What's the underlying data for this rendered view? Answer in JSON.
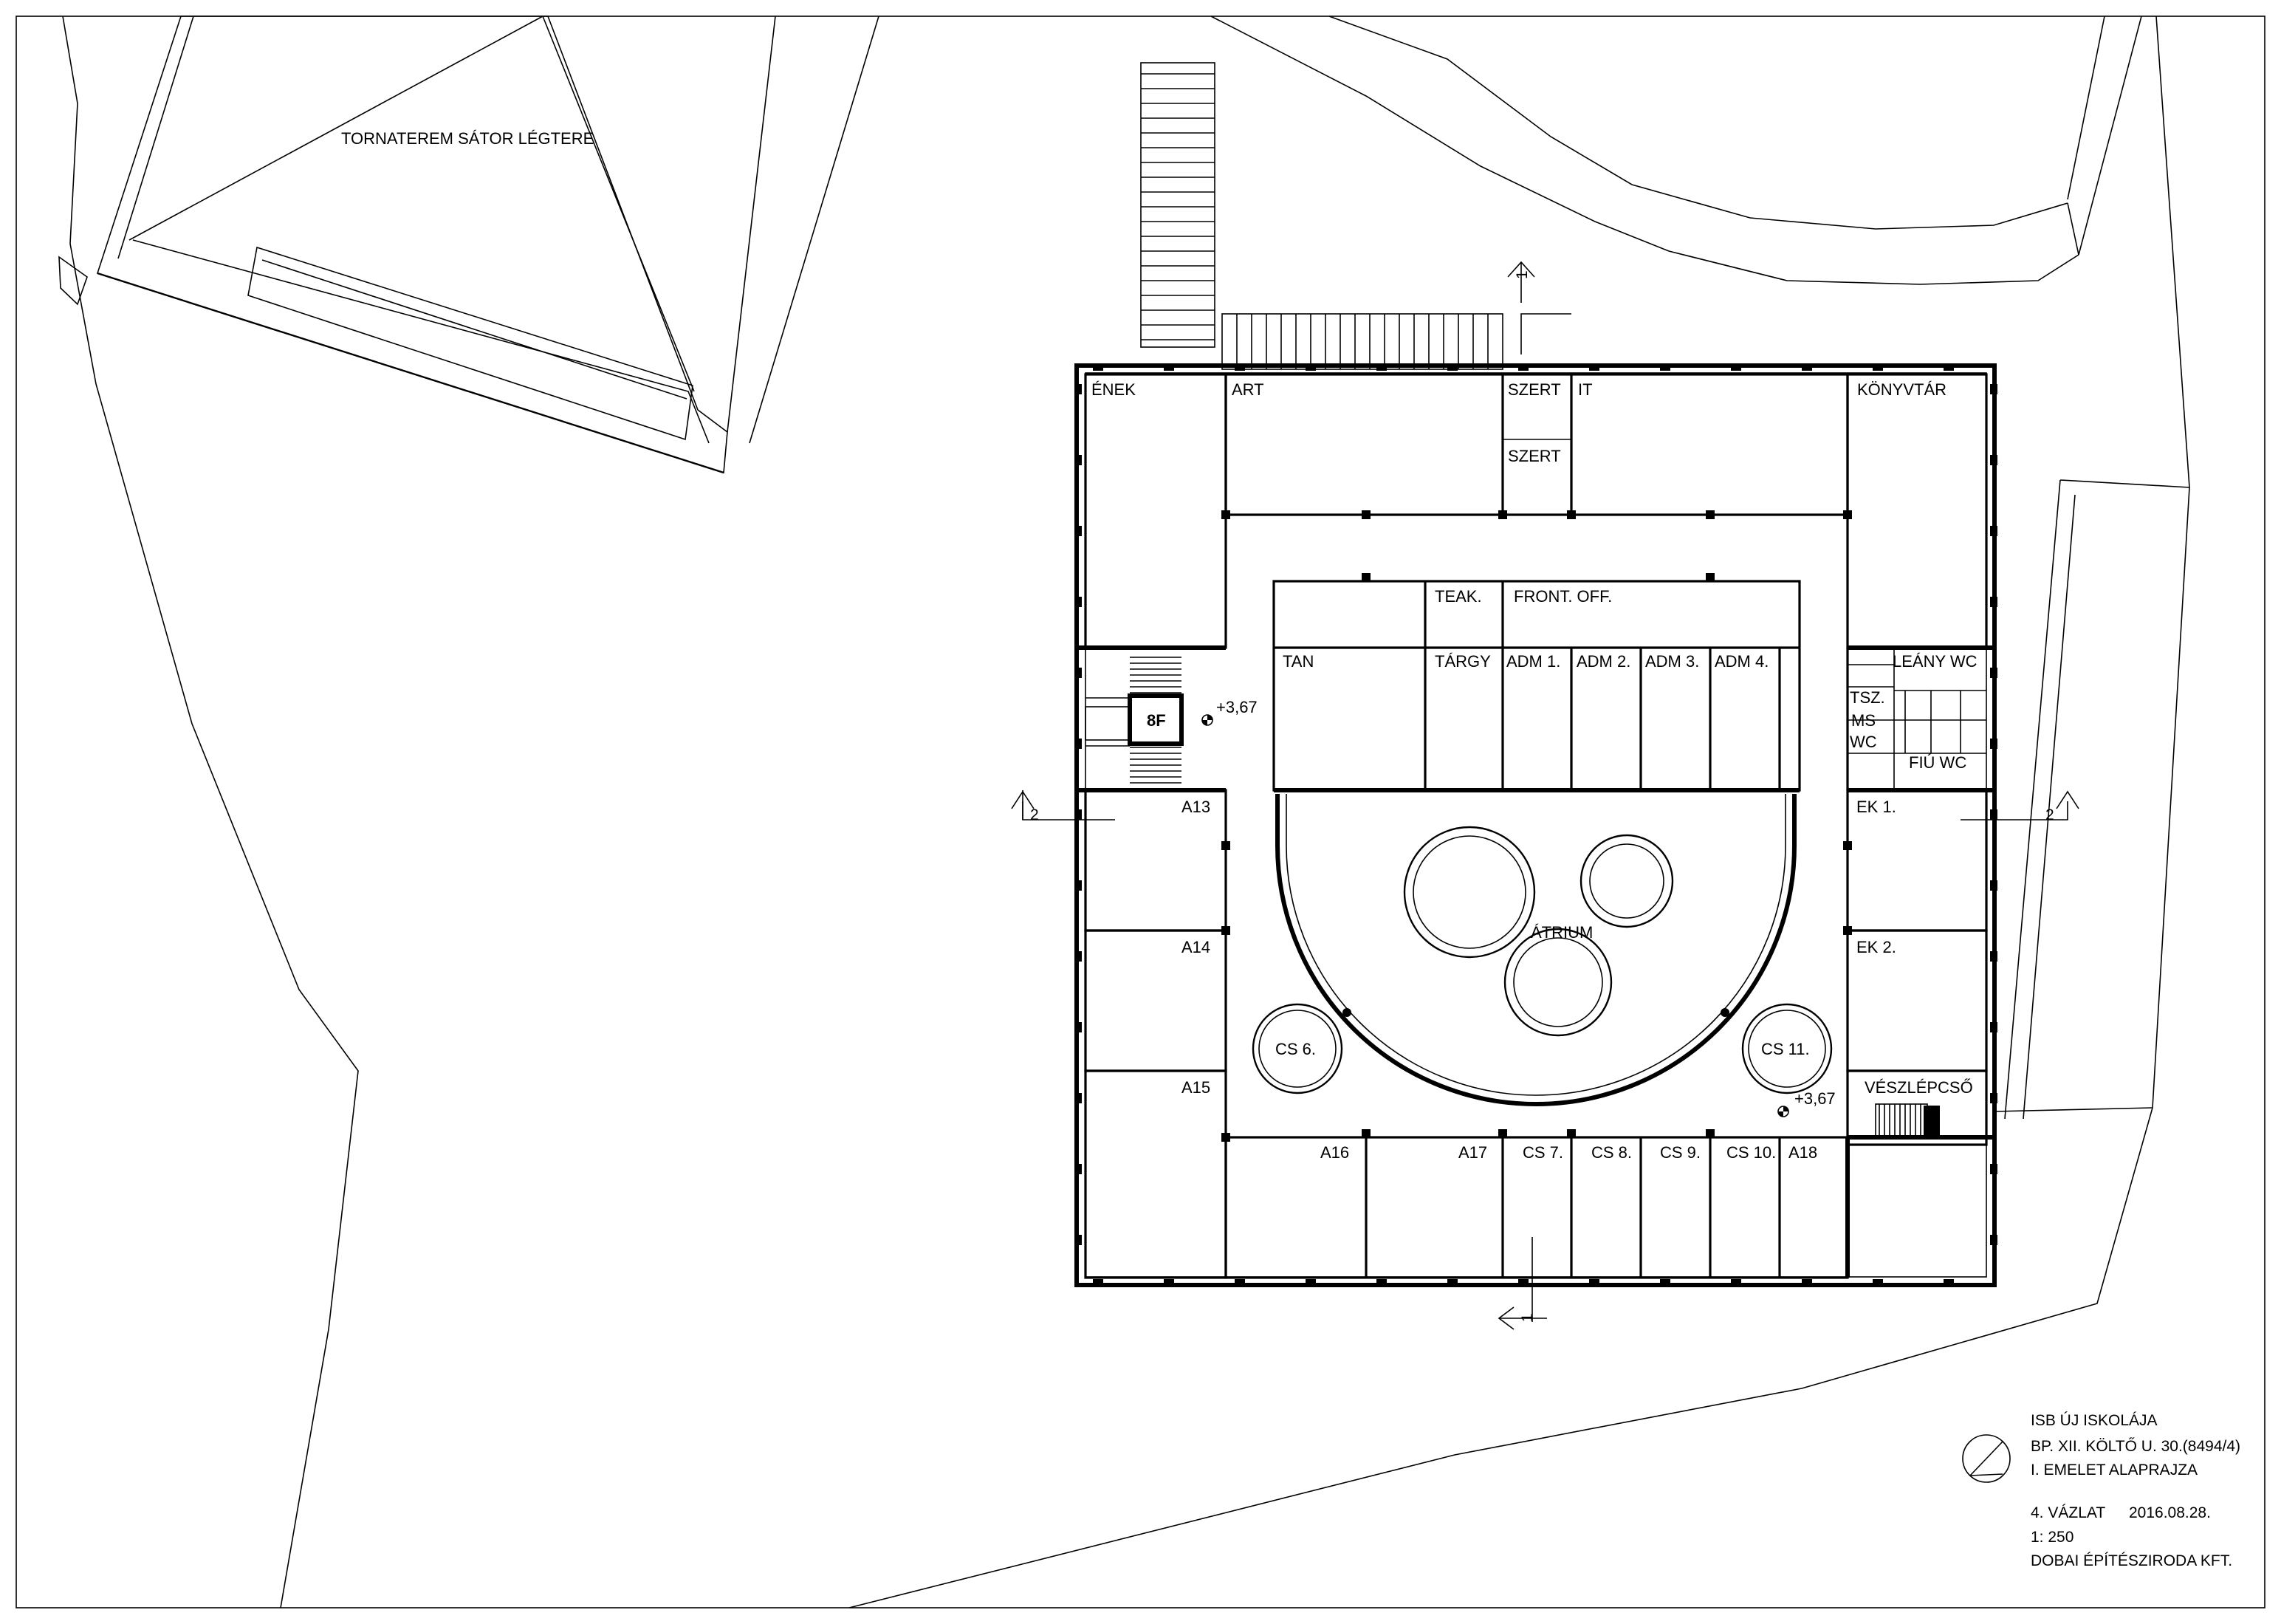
{
  "site": {
    "gym_tent_label": "TORNATEREM SÁTOR LÉGTERE"
  },
  "rooms": {
    "enek": "ÉNEK",
    "art": "ART",
    "szert_1": "SZERT",
    "it": "IT",
    "szert_2": "SZERT",
    "konyvtar": "KÖNYVTÁR",
    "teak": "TEAK.",
    "front_off": "FRONT. OFF.",
    "tan": "TAN",
    "targy": "TÁRGY",
    "adm1": "ADM 1.",
    "adm2": "ADM 2.",
    "adm3": "ADM 3.",
    "adm4": "ADM 4.",
    "leany_wc": "LEÁNY WC",
    "tsz": "TSZ.",
    "ms": "MS",
    "wc": "WC",
    "fiu_wc": "FIÚ WC",
    "ek1": "EK 1.",
    "ek2": "EK 2.",
    "a13": "A13",
    "a14": "A14",
    "a15": "A15",
    "atrium": "ÁTRIUM",
    "cs6": "CS 6.",
    "cs11": "CS 11.",
    "veszlepcso": "VÉSZLÉPCSŐ",
    "a16": "A16",
    "a17": "A17",
    "cs7": "CS 7.",
    "cs8": "CS 8.",
    "cs9": "CS 9.",
    "cs10": "CS 10.",
    "a18": "A18",
    "stair_8f": "8F"
  },
  "levels": {
    "west": "+3,67",
    "east": "+3,67"
  },
  "sections": {
    "s1_top": "1",
    "s1_bottom": "1",
    "s2_left": "2",
    "s2_right": "2"
  },
  "title_block": {
    "project": "ISB ÚJ ISKOLÁJA",
    "address": "BP. XII. KÖLTŐ U. 30.(8494/4)",
    "drawing": "I. EMELET ALAPRAJZA",
    "sketch": "4. VÁZLAT",
    "date": "2016.08.28.",
    "scale": "1: 250",
    "office": "DOBAI ÉPÍTÉSZIRODA KFT."
  }
}
